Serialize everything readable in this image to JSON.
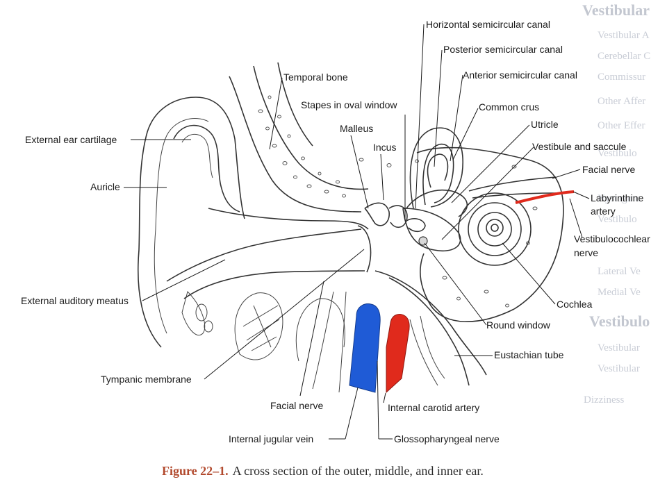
{
  "figure": {
    "caption_label": "Figure 22–1.",
    "caption_text": "A cross section of the outer, middle, and inner ear."
  },
  "labels": {
    "horizontal_semicircular_canal": "Horizontal semicircular canal",
    "posterior_semicircular_canal": "Posterior semicircular canal",
    "anterior_semicircular_canal": "Anterior semicircular canal",
    "temporal_bone": "Temporal bone",
    "common_crus": "Common crus",
    "stapes_in_oval_window": "Stapes in oval window",
    "utricle": "Utricle",
    "malleus": "Malleus",
    "vestibule_and_saccule": "Vestibule and saccule",
    "incus": "Incus",
    "external_ear_cartilage": "External ear cartilage",
    "facial_nerve_right": "Facial nerve",
    "auricle": "Auricle",
    "labyrinthine_artery_1": "Labyrinthine",
    "labyrinthine_artery_2": "artery",
    "vestibulocochlear_nerve_1": "Vestibulocochlear",
    "vestibulocochlear_nerve_2": "nerve",
    "external_auditory_meatus": "External auditory meatus",
    "cochlea": "Cochlea",
    "round_window": "Round window",
    "eustachian_tube": "Eustachian tube",
    "tympanic_membrane": "Tympanic membrane",
    "facial_nerve_bottom": "Facial nerve",
    "internal_carotid_artery": "Internal carotid artery",
    "internal_jugular_vein": "Internal jugular vein",
    "glossopharyngeal_nerve": "Glossopharyngeal nerve"
  },
  "colors": {
    "vein": "#1f5bd6",
    "artery": "#e02a1c",
    "caption_label": "#b24a2e"
  }
}
